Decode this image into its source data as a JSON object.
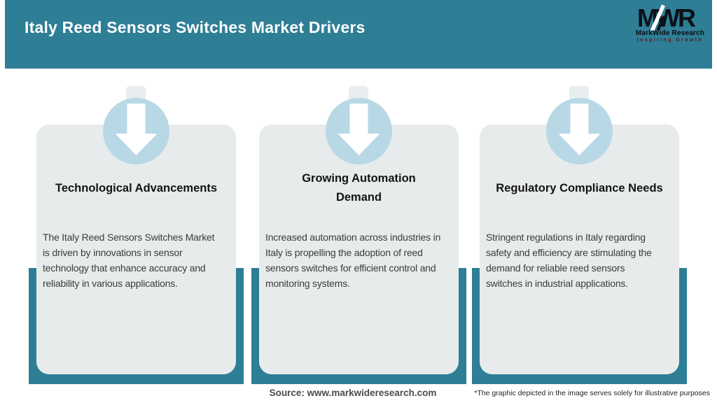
{
  "header": {
    "title": "Italy Reed Sensors Switches Market Drivers"
  },
  "logo": {
    "monogram": "MWR",
    "name": "MarkWide Research",
    "tagline": "Inspiring Growth"
  },
  "cards": [
    {
      "icon": "arrow-down-icon",
      "title": "Technological Advancements",
      "body": "The Italy Reed Sensors Switches Market\nis driven by innovations in sensor\ntechnology that enhance accuracy and\nreliability in various applications."
    },
    {
      "icon": "arrow-down-icon",
      "title": "Growing Automation\nDemand",
      "body": "Increased automation across industries in\nItaly is propelling the adoption of reed\nsensors switches for efficient control and\nmonitoring systems."
    },
    {
      "icon": "arrow-down-icon",
      "title": "Regulatory Compliance Needs",
      "body": "Stringent regulations in Italy regarding\nsafety and efficiency are stimulating the\ndemand for reliable reed sensors\nswitches in industrial applications."
    }
  ],
  "footer": {
    "source": "Source: www.markwideresearch.com",
    "disclaimer": "*The graphic depicted in the image serves solely for illustrative purposes"
  },
  "colors": {
    "header_teal": "#2e7e96",
    "backdrop_teal": "#2e7e96",
    "card_bg": "#e8ebec",
    "icon_circle_blue": "#b8d8e6",
    "icon_arrow": "#ffffff",
    "title_text": "#141414",
    "body_text": "#3b3b3b",
    "header_text": "#ffffff",
    "tagline_red": "#5a1616"
  }
}
